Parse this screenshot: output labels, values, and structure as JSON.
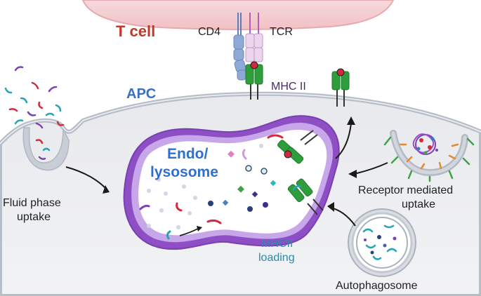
{
  "labels": {
    "t_cell": "T cell",
    "cd4": "CD4",
    "tcr": "TCR",
    "apc": "APC",
    "mhc2": "MHC II",
    "endo_line1": "Endo/",
    "endo_line2": "lysosome",
    "fluid_line1": "Fluid phase",
    "fluid_line2": "uptake",
    "receptor_line1": "Receptor mediated",
    "receptor_line2": "uptake",
    "mhc_loading_line1": "MHCII",
    "mhc_loading_line2": "loading",
    "autophagosome": "Autophagosome"
  },
  "colors": {
    "t_cell_text": "#c0392b",
    "apc_text": "#3b6fc4",
    "endo_text": "#2f6fd0",
    "loading_text": "#2a8ab0",
    "mhc_green": "#2e9e3c",
    "cd4_blue": "#8fa9d6",
    "tcr_pink": "#ecd6ee",
    "membrane_purple": "#8e4fc4",
    "peptide_red": "#cf2b3c"
  }
}
